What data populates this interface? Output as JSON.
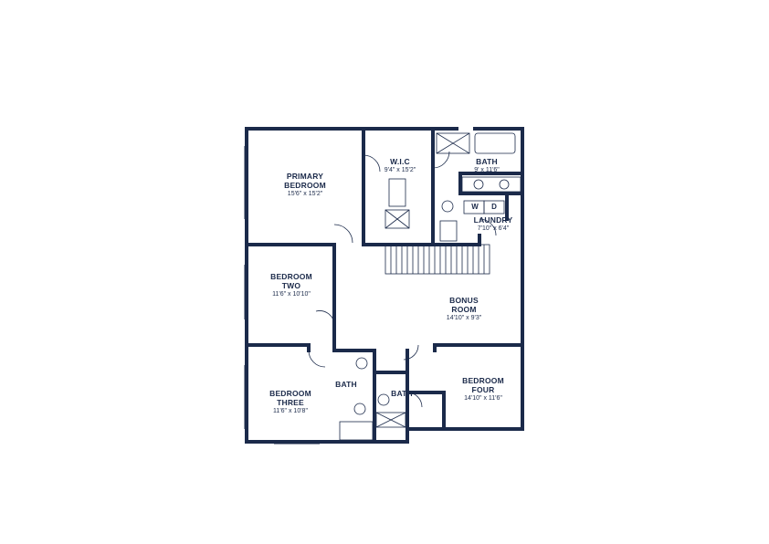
{
  "rooms": {
    "primary_bedroom": {
      "name": "PRIMARY\nBEDROOM",
      "dims": "15'6\" x 15'2\""
    },
    "wic": {
      "name": "W.I.C",
      "dims": "9'4\" x 15'2\""
    },
    "bath_primary": {
      "name": "BATH",
      "dims": "9' x 11'6\""
    },
    "laundry": {
      "name": "LAUNDRY",
      "dims": "7'10\" x 6'4\""
    },
    "bedroom_two": {
      "name": "BEDROOM\nTWO",
      "dims": "11'6\" x 10'10\""
    },
    "bonus_room": {
      "name": "BONUS\nROOM",
      "dims": "14'10\" x 9'3\""
    },
    "bath_hall": {
      "name": "BATH"
    },
    "bath_jack": {
      "name": "BATH"
    },
    "bedroom_three": {
      "name": "BEDROOM\nTHREE",
      "dims": "11'6\" x 10'8\""
    },
    "bedroom_four": {
      "name": "BEDROOM\nFOUR",
      "dims": "14'10\" x 11'6\""
    }
  },
  "appliances": {
    "washer": "W",
    "dryer": "D"
  },
  "colors": {
    "wall": "#1b2a4a",
    "fixture": "#1b2a4a",
    "background": "#ffffff"
  }
}
